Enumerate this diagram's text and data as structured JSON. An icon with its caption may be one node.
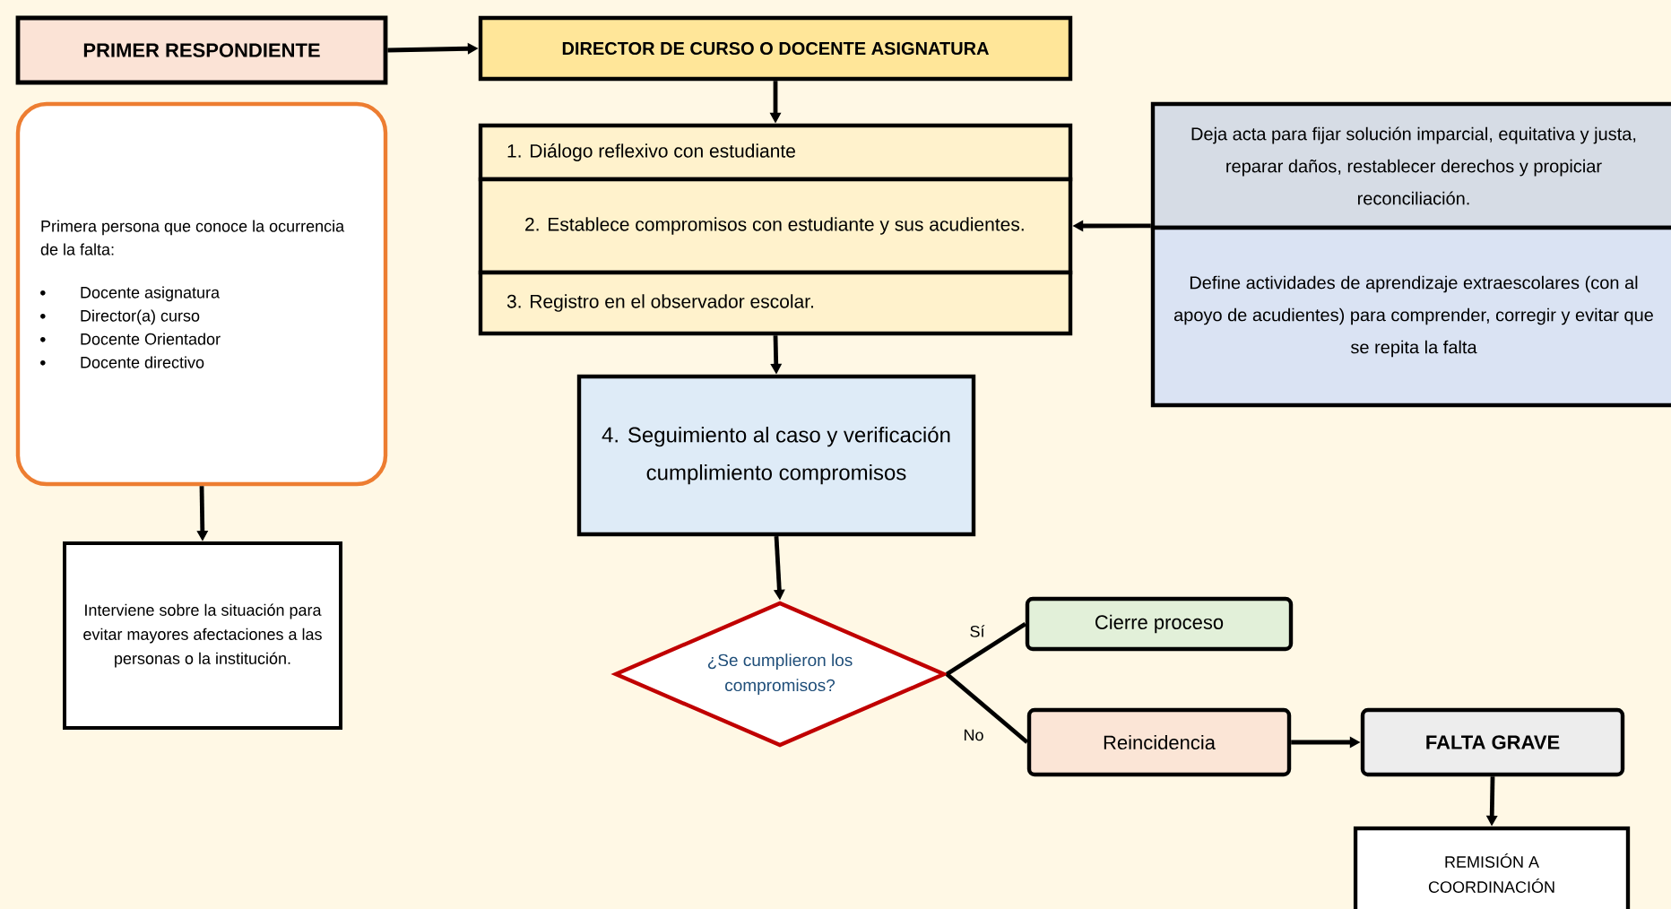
{
  "diagram": {
    "nodes": [
      {
        "text": [
          "PRIMER RESPONDIENTE"
        ]
      },
      {
        "text": [
          "Primera persona que conoce la ocurrencia de la falta:",
          "Docente asignatura",
          "Director(a) curso",
          "Docente Orientador",
          "Docente directivo"
        ]
      },
      {
        "text": [
          "Interviene sobre la situación para evitar mayores afectaciones a las personas o la institución."
        ]
      },
      {
        "text": [
          "DIRECTOR DE CURSO O DOCENTE ASIGNATURA"
        ]
      },
      {
        "text": [
          "1. Diálogo reflexivo con estudiante"
        ]
      },
      {
        "text": [
          "2. Establece compromisos con estudiante y sus acudientes."
        ]
      },
      {
        "text": [
          "3. Registro en el observador escolar."
        ]
      },
      {
        "text": [
          "4. Seguimiento al caso y verificación cumplimiento compromisos"
        ]
      },
      {
        "text": [
          "Deja acta para fijar solución imparcial, equitativa y justa, reparar daños, restablecer derechos y propiciar reconciliación."
        ]
      },
      {
        "text": [
          "Define actividades de aprendizaje extraescolares (con al apoyo de acudientes) para comprender, corregir y evitar que se repita la falta"
        ]
      },
      {
        "text": [
          "¿Se cumplieron los compromisos?"
        ]
      },
      {
        "text": [
          "Cierre proceso"
        ]
      },
      {
        "text": [
          "Reincidencia"
        ]
      },
      {
        "text": [
          "FALTA GRAVE"
        ]
      },
      {
        "text": [
          "REMISIÓN A COORDINACIÓN"
        ]
      }
    ],
    "edges": [
      {
        "from": 0,
        "to": 3,
        "arrow": "to"
      },
      {
        "from": 1,
        "to": 2,
        "arrow": "to"
      },
      {
        "from": 3,
        "to": 4,
        "arrow": "to"
      },
      {
        "from": 6,
        "to": 7,
        "arrow": "to"
      },
      {
        "from": 9,
        "to": 5,
        "arrow": "to"
      },
      {
        "from": 7,
        "to": 10,
        "arrow": "to"
      },
      {
        "from": 10,
        "to": 11,
        "arrow": "none",
        "label": "Sí"
      },
      {
        "from": 10,
        "to": 12,
        "arrow": "none",
        "label": "No"
      },
      {
        "from": 12,
        "to": 13,
        "arrow": "to"
      },
      {
        "from": 13,
        "to": 14,
        "arrow": "to"
      }
    ]
  }
}
